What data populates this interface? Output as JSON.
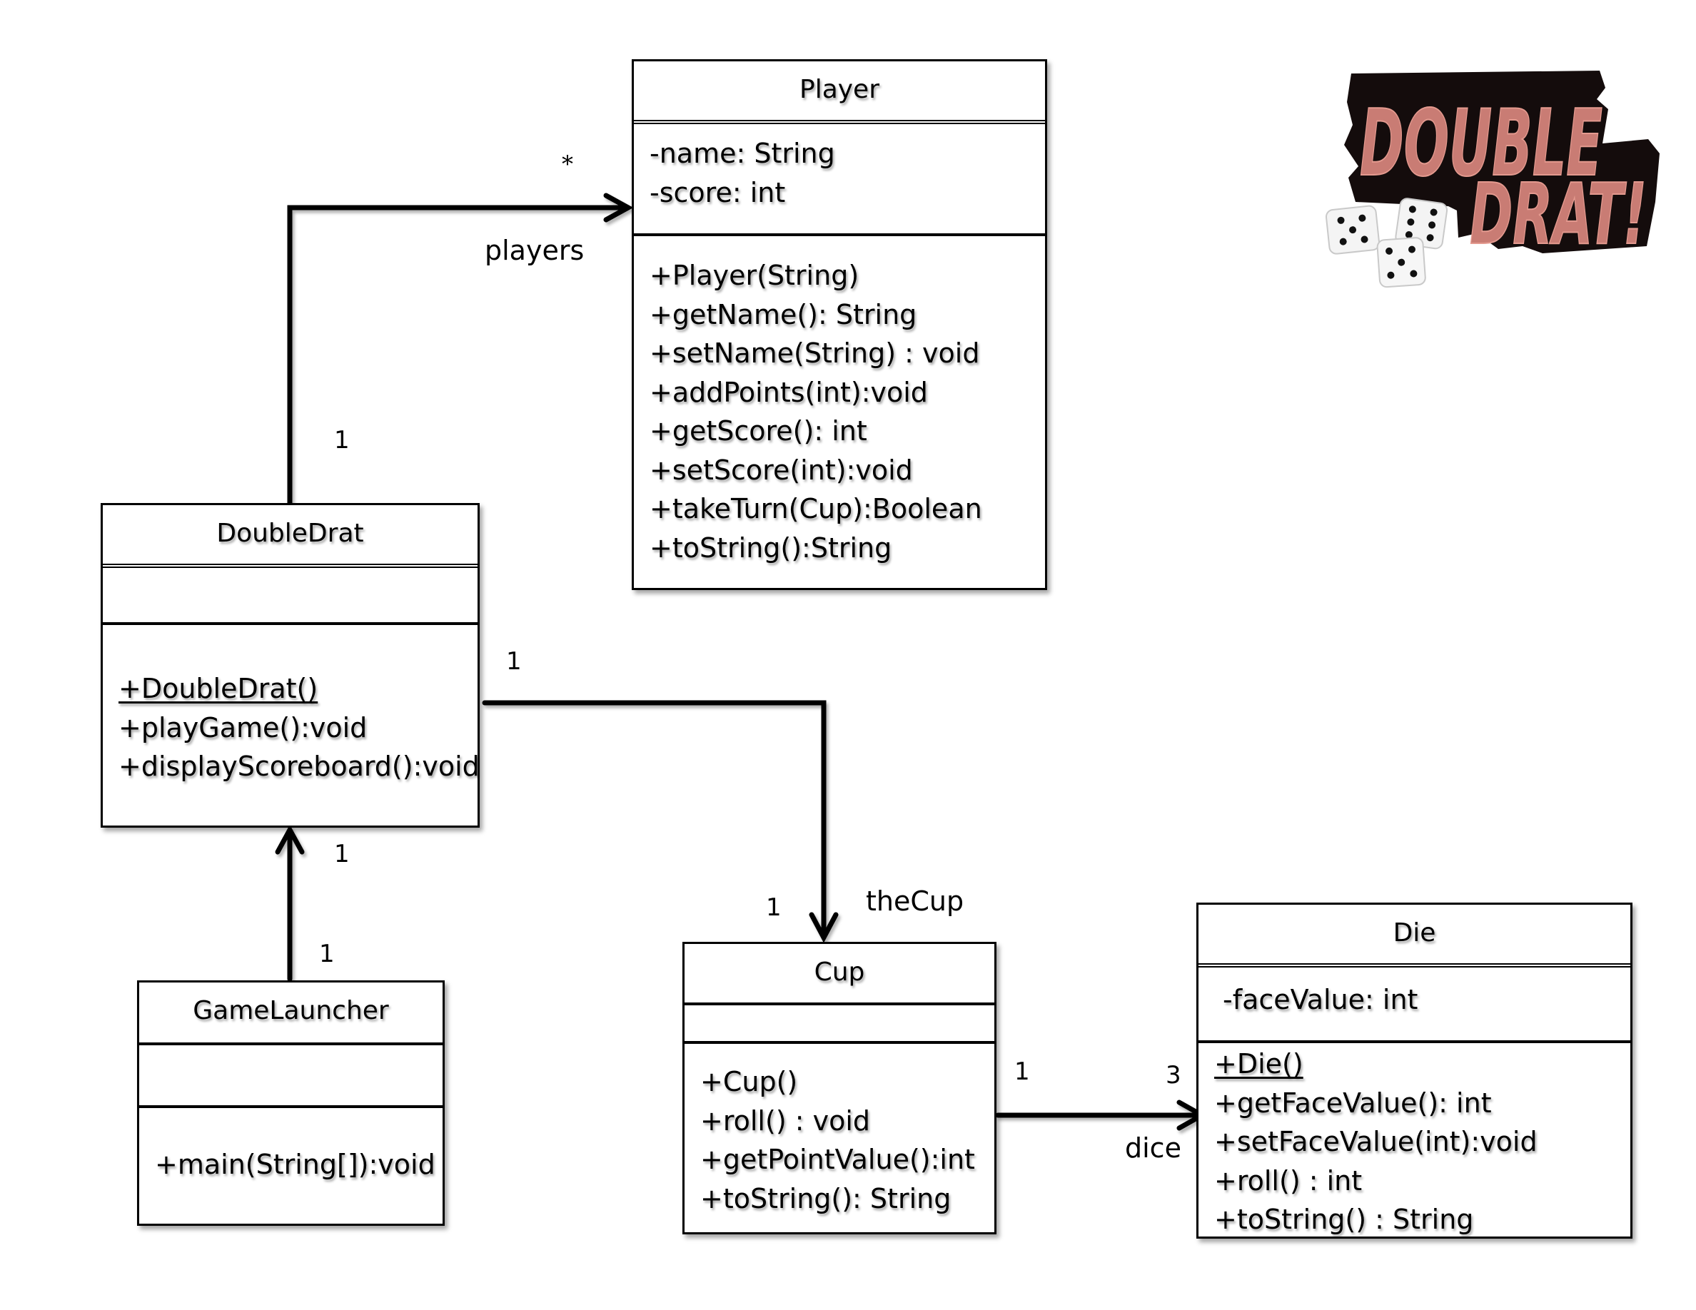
{
  "diagram": {
    "type": "UML class diagram",
    "logo": {
      "line1": "DOUBLE",
      "line2": "DRAT!",
      "text_color": "#c87a72",
      "outline_color": "#1a1010"
    },
    "classes": {
      "player": {
        "name": "Player",
        "attributes": [
          "-name: String",
          "-score: int"
        ],
        "methods": [
          "+Player(String)",
          "+getName(): String",
          "+setName(String) : void",
          "+addPoints(int):void",
          "+getScore(): int",
          "+setScore(int):void",
          "+takeTurn(Cup):Boolean",
          "+toString():String"
        ]
      },
      "doubledrat": {
        "name": "DoubleDrat",
        "attributes": [],
        "methods": [
          "+DoubleDrat()",
          "+playGame():void",
          "+displayScoreboard():void"
        ]
      },
      "gamelauncher": {
        "name": "GameLauncher",
        "attributes": [],
        "methods": [
          "+main(String[]):void"
        ]
      },
      "cup": {
        "name": "Cup",
        "attributes": [],
        "methods": [
          "+Cup()",
          "+roll() : void",
          "+getPointValue():int",
          "+toString(): String"
        ]
      },
      "die": {
        "name": "Die",
        "attributes": [
          "-faceValue: int"
        ],
        "methods": [
          "+Die()",
          "+getFaceValue(): int",
          "+setFaceValue(int):void",
          "+roll() : int",
          "+toString() : String"
        ]
      }
    },
    "associations": {
      "players": {
        "from": "DoubleDrat",
        "to": "Player",
        "role": "players",
        "source_mult": "1",
        "target_mult": "*"
      },
      "thecup": {
        "from": "DoubleDrat",
        "to": "Cup",
        "role": "theCup",
        "source_mult": "1",
        "target_mult": "1"
      },
      "dice": {
        "from": "Cup",
        "to": "Die",
        "role": "dice",
        "source_mult": "1",
        "target_mult": "3"
      },
      "launcher": {
        "from": "GameLauncher",
        "to": "DoubleDrat",
        "source_mult": "1",
        "target_mult": "1"
      }
    }
  }
}
